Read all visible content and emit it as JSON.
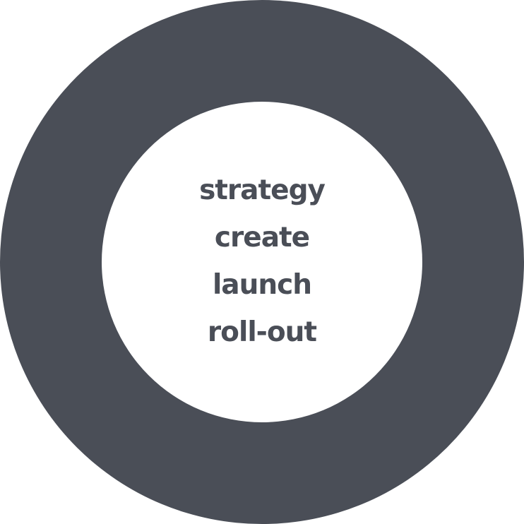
{
  "diagram": {
    "type": "ring",
    "colors": {
      "ring": "#4a4e57",
      "center": "#ffffff",
      "text": "#4a4e57"
    },
    "center_labels": [
      "strategy",
      "create",
      "launch",
      "roll-out"
    ]
  }
}
